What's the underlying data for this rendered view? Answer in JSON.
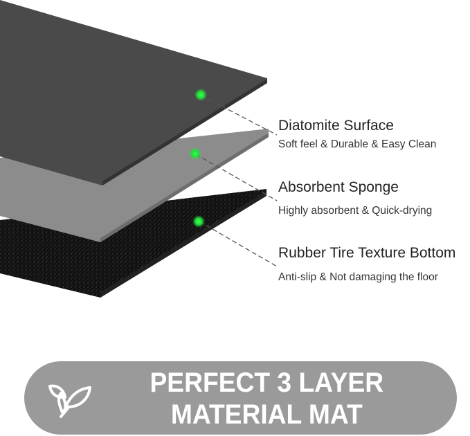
{
  "layers": [
    {
      "title": "Diatomite Surface",
      "subtitle": "Soft feel & Durable & Easy Clean"
    },
    {
      "title": "Absorbent Sponge",
      "subtitle": "Highly absorbent & Quick-drying"
    },
    {
      "title": "Rubber Tire Texture Bottom",
      "subtitle": "Anti-slip & Not damaging the floor"
    }
  ],
  "banner": {
    "line1": "PERFECT 3 LAYER",
    "line2": "MATERIAL MAT",
    "icon": "leaf-icon"
  },
  "colors": {
    "top_layer": "#4a4a4a",
    "middle_layer": "#8c8c8c",
    "bottom_layer": "#111111",
    "marker": "#22e03a",
    "banner": "#9a9a9a"
  }
}
